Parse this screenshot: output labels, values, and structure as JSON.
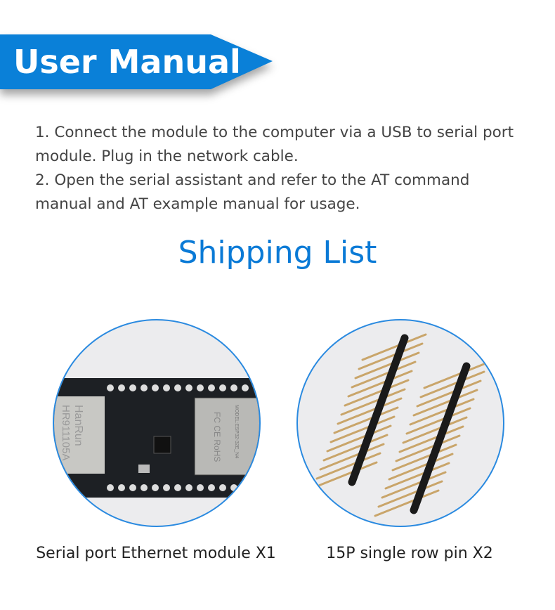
{
  "banner": {
    "title": "User Manual",
    "color": "#0a80d8"
  },
  "steps": [
    "1. Connect the module to the computer via a USB to serial port module. Plug in the network cable.",
    "2. Open the serial assistant and refer to the AT command manual and AT example manual for usage."
  ],
  "shipping": {
    "title": "Shipping List",
    "items": [
      {
        "caption": "Serial port Ethernet module X1"
      },
      {
        "caption": "15P single row pin X2"
      }
    ]
  }
}
